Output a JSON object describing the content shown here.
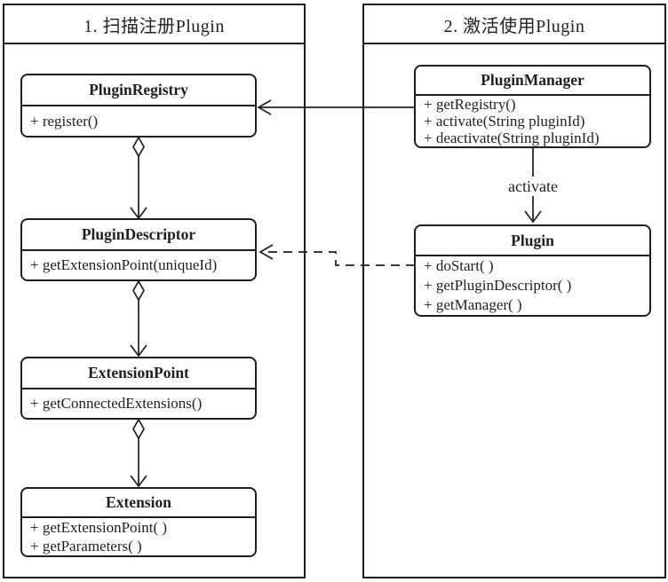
{
  "diagram": {
    "type": "uml-class-diagram",
    "panels": [
      {
        "title": "1. 扫描注册Plugin"
      },
      {
        "title": "2. 激活使用Plugin"
      }
    ],
    "classes": [
      {
        "name": "PluginRegistry",
        "methods": [
          "+ register()"
        ]
      },
      {
        "name": "PluginDescriptor",
        "methods": [
          "+ getExtensionPoint(uniqueId)"
        ]
      },
      {
        "name": "ExtensionPoint",
        "methods": [
          "+ getConnectedExtensions()"
        ]
      },
      {
        "name": "Extension",
        "methods": [
          "+ getExtensionPoint( )",
          "+ getParameters( )"
        ]
      },
      {
        "name": "PluginManager",
        "methods": [
          "+ getRegistry()",
          "+ activate(String pluginId)",
          "+ deactivate(String pluginId)"
        ]
      },
      {
        "name": "Plugin",
        "methods": [
          "+ doStart( )",
          "+ getPluginDescriptor( )",
          "+ getManager( )"
        ]
      }
    ],
    "edge_labels": {
      "activate": "activate"
    },
    "relationships": [
      {
        "from": "PluginRegistry",
        "to": "PluginDescriptor",
        "style": "solid",
        "source_end": "hollow-diamond",
        "target_end": "open-arrow"
      },
      {
        "from": "PluginDescriptor",
        "to": "ExtensionPoint",
        "style": "solid",
        "source_end": "hollow-diamond",
        "target_end": "open-arrow"
      },
      {
        "from": "ExtensionPoint",
        "to": "Extension",
        "style": "solid",
        "source_end": "hollow-diamond",
        "target_end": "open-arrow"
      },
      {
        "from": "PluginManager",
        "to": "PluginRegistry",
        "style": "solid",
        "target_end": "open-arrow"
      },
      {
        "from": "PluginManager",
        "to": "Plugin",
        "style": "solid",
        "target_end": "open-arrow",
        "label": "activate"
      },
      {
        "from": "Plugin",
        "to": "PluginDescriptor",
        "style": "dashed",
        "target_end": "open-arrow"
      }
    ],
    "colors": {
      "line": "#1f1f1f",
      "background": "#ffffff",
      "box_fill": "#ffffff"
    }
  }
}
